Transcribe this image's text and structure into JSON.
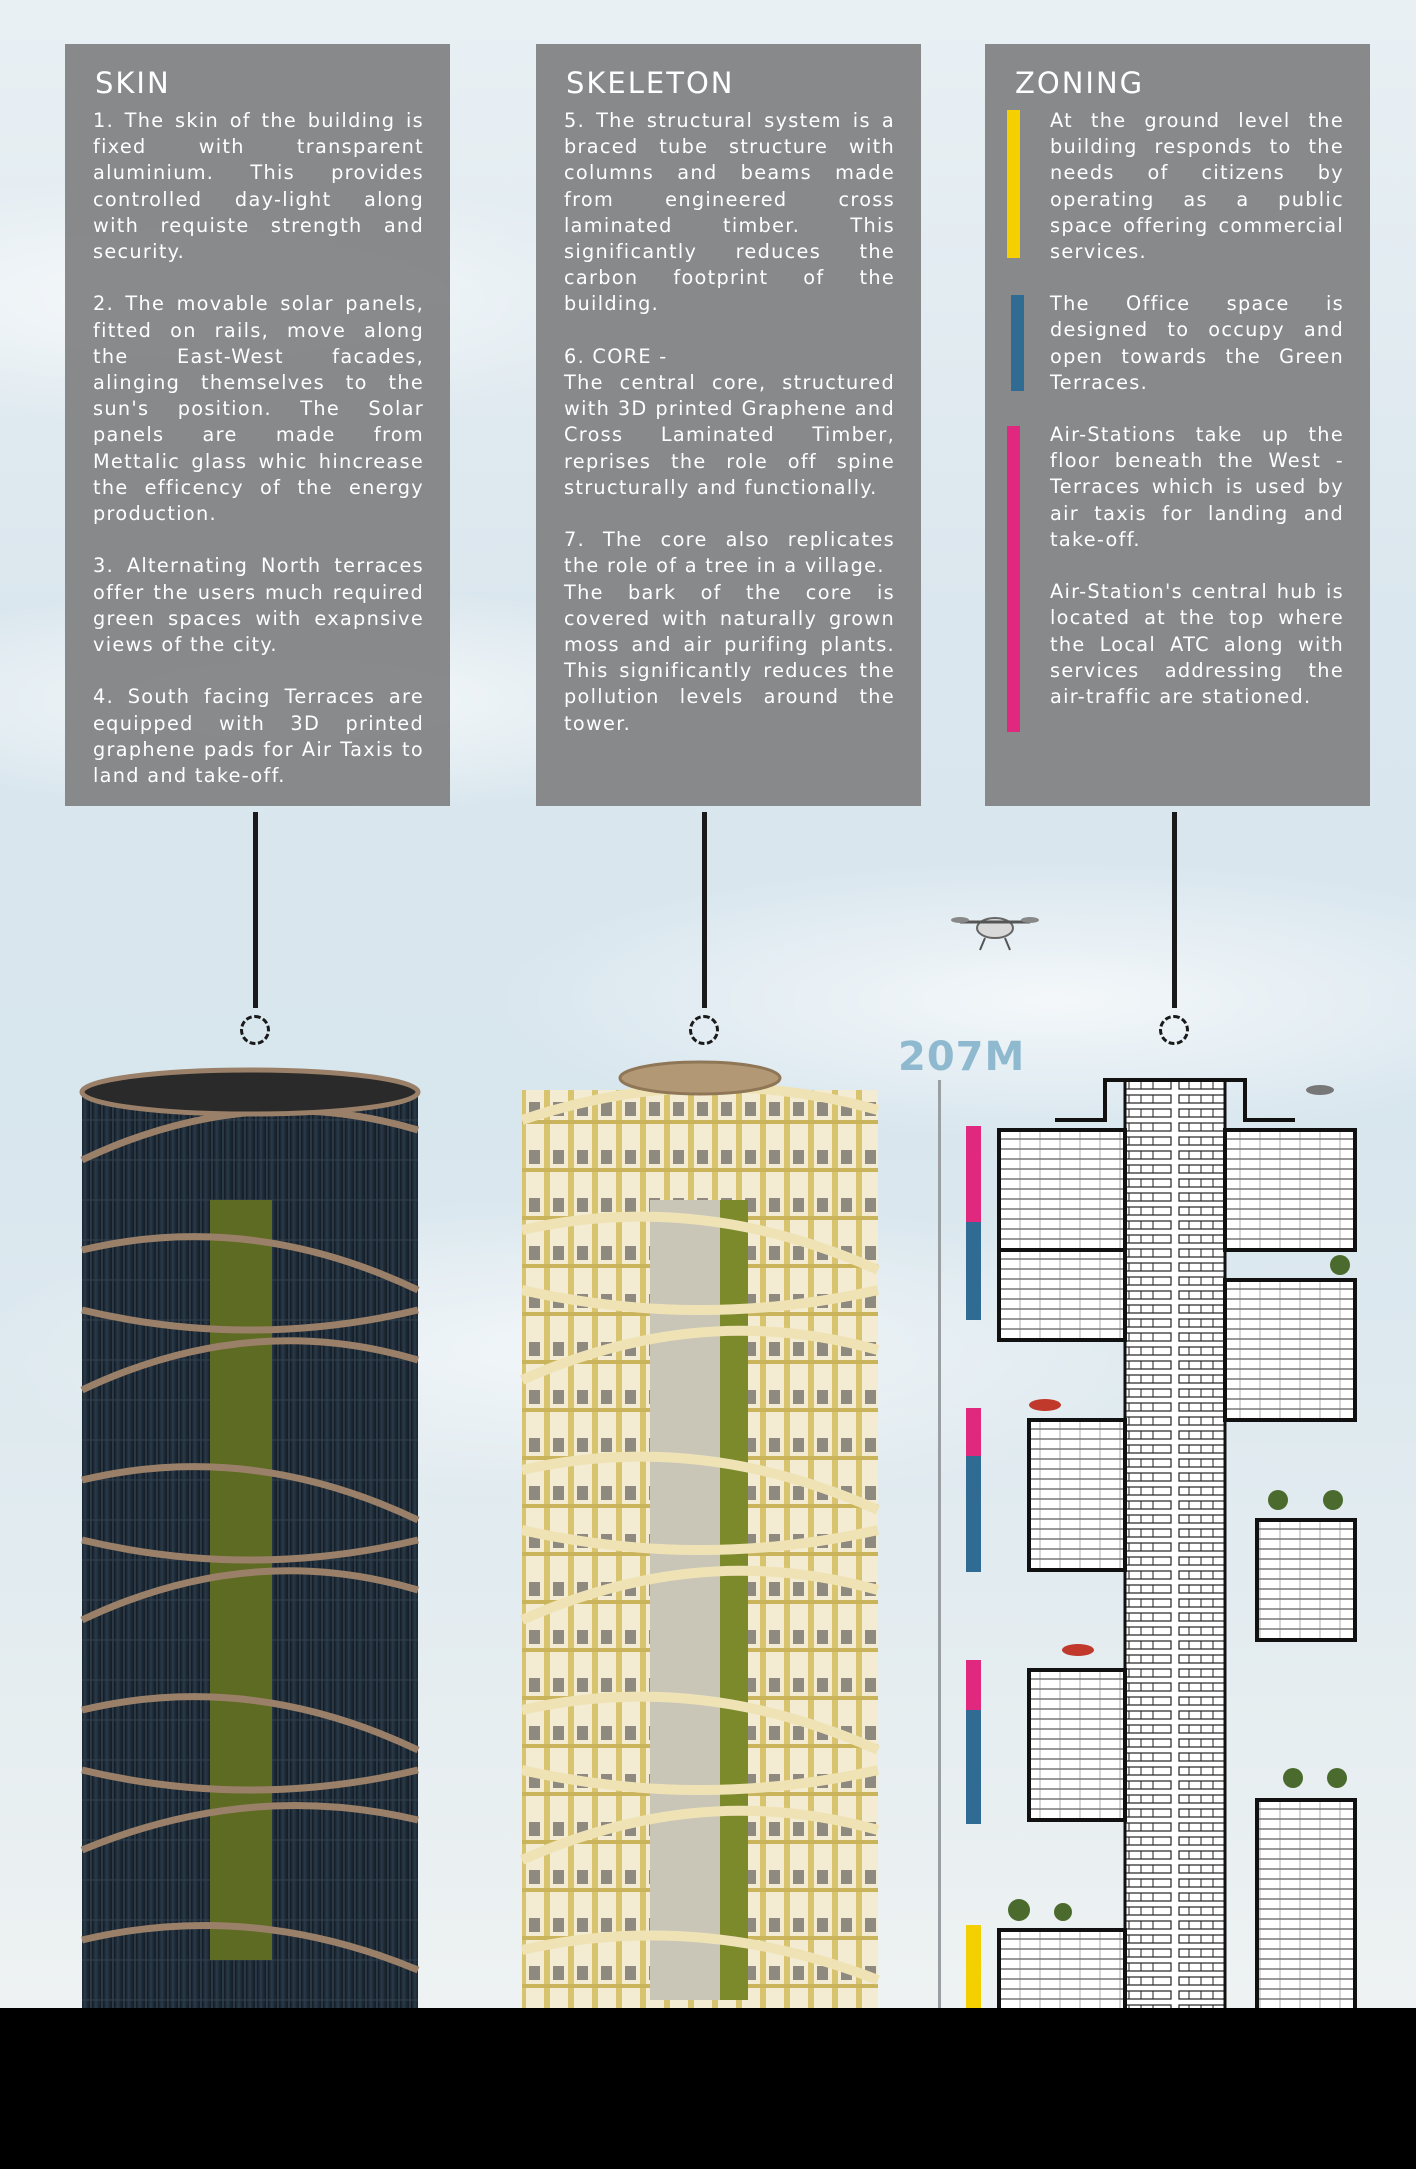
{
  "panels": {
    "skin": {
      "title": "SKIN",
      "paragraphs": [
        "1. The skin of the building is fixed with transparent aluminium. This provides controlled day-light along with requiste strength and security.",
        "2. The movable solar panels, fitted on rails, move along the East-West facades, alinging themselves to the sun's position. The Solar panels are made from Mettalic glass whic hincrease the efficency of the energy production.",
        "3. Alternating North terraces offer the users much required green spaces with exapnsive views of the city.",
        "4. South facing Terraces are equipped with 3D printed graphene pads for Air Taxis to land and take-off."
      ]
    },
    "skeleton": {
      "title": "SKELETON",
      "paragraphs": [
        "5. The structural system is a braced tube structure with columns and beams made from engineered cross laminated timber. This significantly reduces the carbon footprint of the building.",
        "6. CORE -\n    The central core, structured with 3D printed Graphene and Cross Laminated Timber, reprises the role off spine structurally and functionally.",
        "7. The core also replicates the role of a tree in a village.\n    The bark of the core is covered with naturally grown moss and air purifing plants. This significantly reduces the pollution levels around the tower."
      ]
    },
    "zoning": {
      "title": "ZONING",
      "entries": [
        {
          "text": "At the ground level the building responds to the needs of citizens by operating as a public space offering commercial services.",
          "color": "#f5d000"
        },
        {
          "text": "The Office space is designed to occupy and open towards the Green Terraces.",
          "color": "#2f6b93"
        },
        {
          "text": "Air-Stations take up the floor beneath the West -Terraces which is used by air taxis for landing and take-off.\n\nAir-Station's central hub is located at the top where the Local ATC along with services addressing the air-traffic are stationed.",
          "color": "#e0287e"
        }
      ]
    }
  },
  "section": {
    "height_label": "207M",
    "zone_colors": {
      "public": "#f5d000",
      "office": "#2f6b93",
      "air_station": "#e0287e"
    }
  },
  "colors": {
    "panel": "#808182",
    "skin_glass": "#1e2a35",
    "skin_slab": "#8a7560",
    "skeleton_timber": "#e2d28a",
    "core_moss": "#6d7a2a",
    "height_label": "#8fb9cf"
  },
  "icons": [
    "drone-taxi-icon",
    "tree-icon",
    "dashed-ring-icon"
  ]
}
